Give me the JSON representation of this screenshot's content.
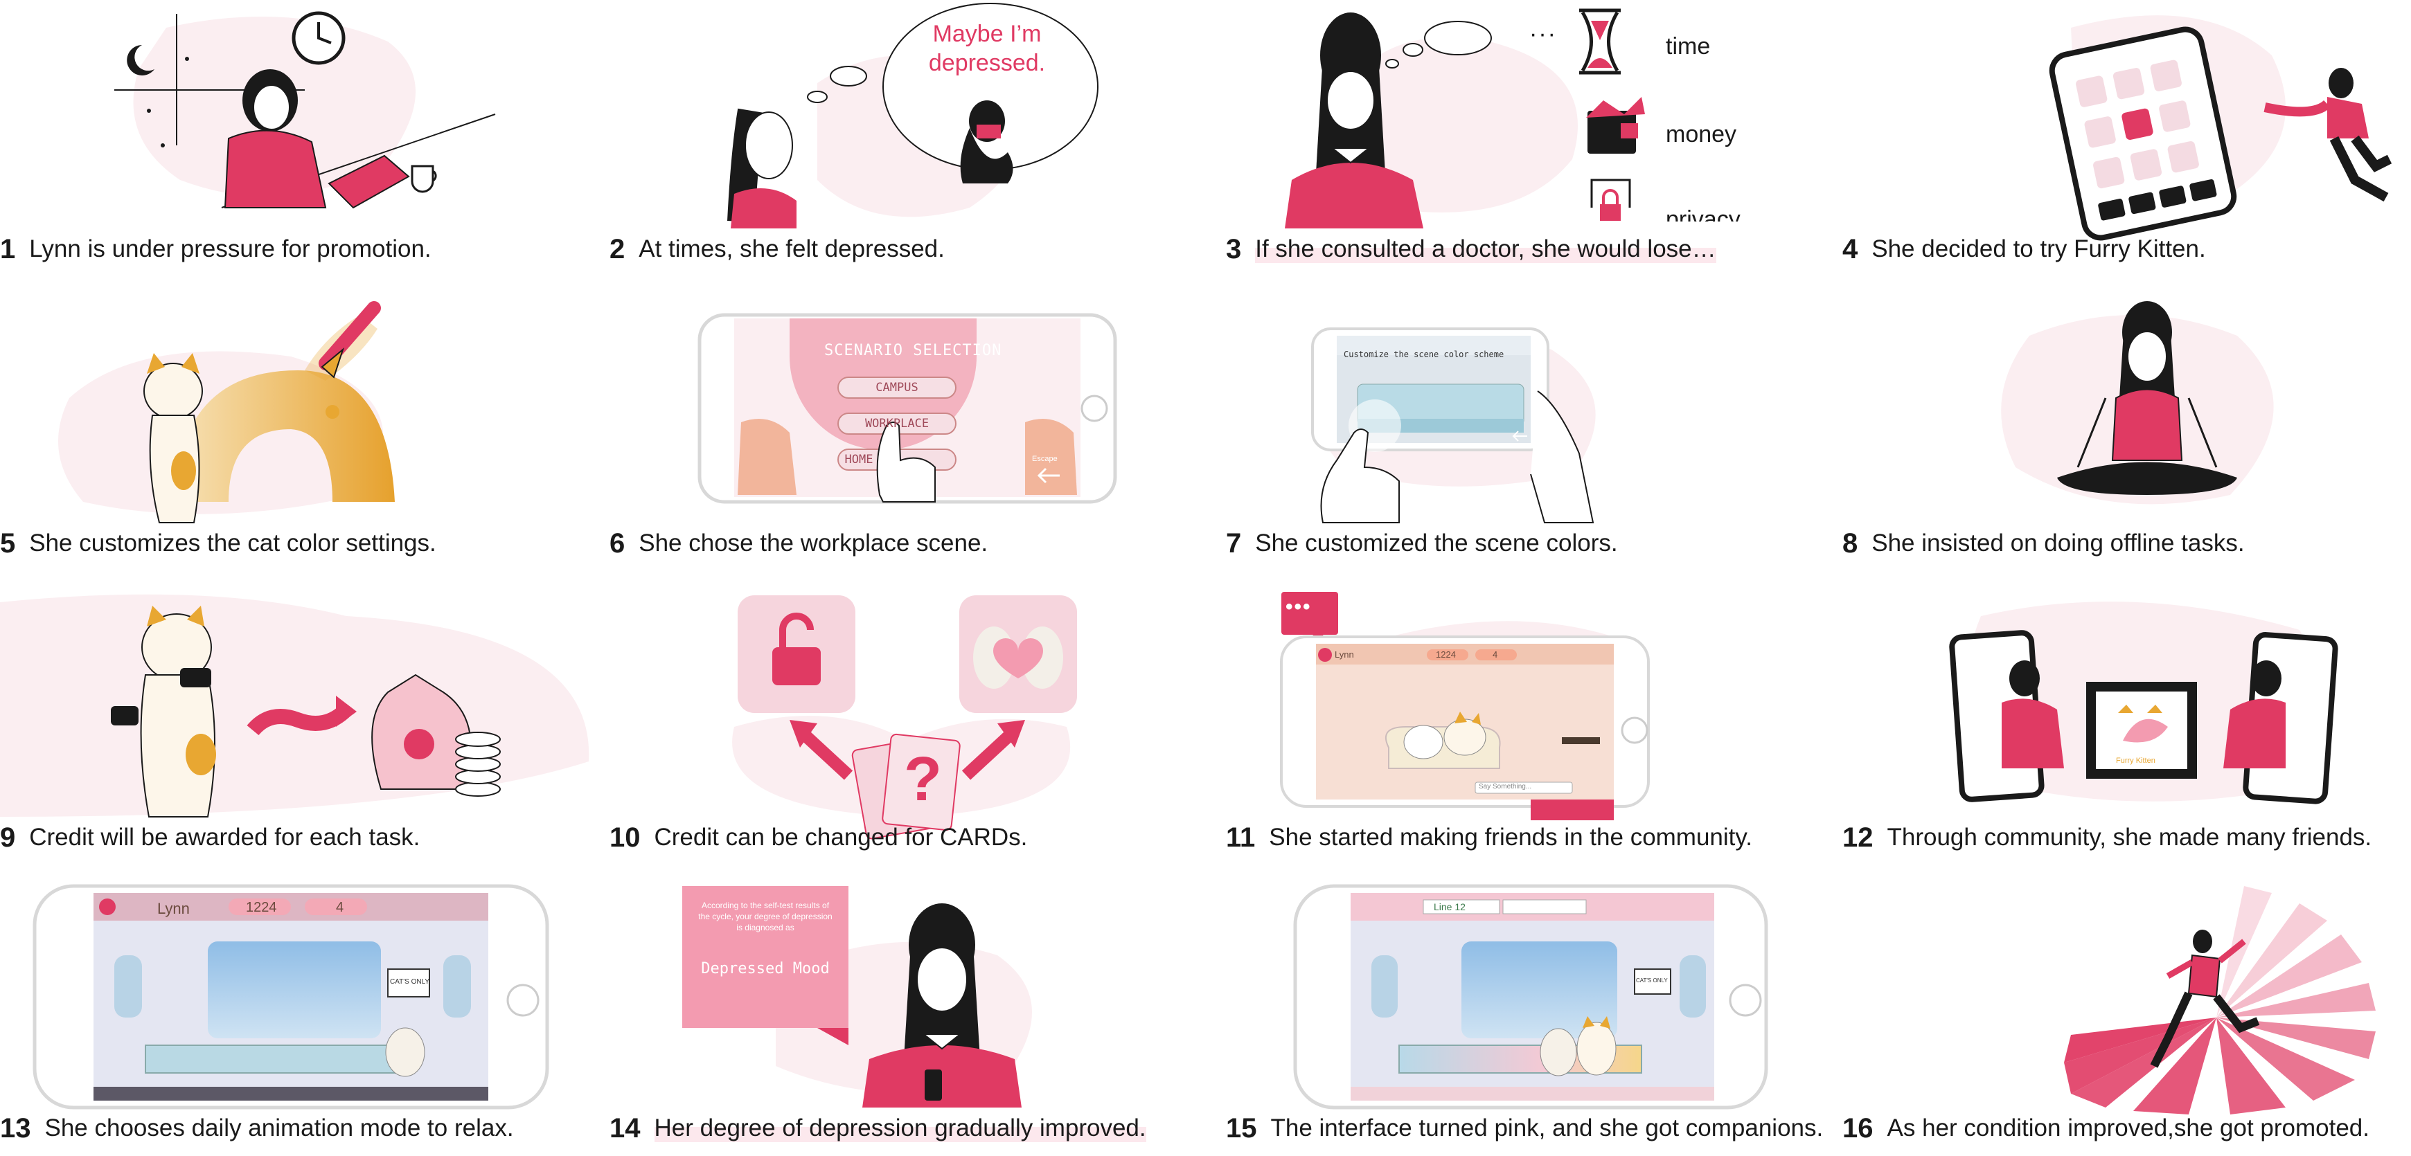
{
  "colors": {
    "accent": "#e03a63",
    "accent_light": "#f9d7df",
    "blush": "#fbeef1",
    "ink": "#1a1a1a",
    "gold": "#e8a732",
    "screen_blue": "#a9cdea"
  },
  "panels": [
    {
      "num": "1",
      "caption": "Lynn is under pressure for promotion."
    },
    {
      "num": "2",
      "caption": "At times, she felt depressed.",
      "bubble": "Maybe I’m depressed."
    },
    {
      "num": "3",
      "caption": "If she consulted a doctor, she would lose…",
      "thought": "···",
      "labels": [
        "time",
        "money",
        "privacy"
      ]
    },
    {
      "num": "4",
      "caption": "She decided to try Furry Kitten."
    },
    {
      "num": "5",
      "caption": "She customizes the cat color settings."
    },
    {
      "num": "6",
      "caption": "She chose the workplace scene.",
      "screen": {
        "title": "SCENARIO SELECTION",
        "options": [
          "CAMPUS",
          "WORKPLACE",
          "HOME"
        ],
        "escape": "Escape"
      }
    },
    {
      "num": "7",
      "caption": "She customized the scene colors.",
      "screen": {
        "title": "Customize the scene color scheme"
      }
    },
    {
      "num": "8",
      "caption": "She insisted on doing offline tasks."
    },
    {
      "num": "9",
      "caption": "Credit will be awarded for each task."
    },
    {
      "num": "10",
      "caption": "Credit can be changed for CARDs.",
      "card_symbol": "?"
    },
    {
      "num": "11",
      "caption": "She started making friends in the community.",
      "chat_dots": "•••",
      "hud": {
        "name": "Lynn",
        "credits": "1224",
        "hearts": "4"
      },
      "input_hint": "Say Something..."
    },
    {
      "num": "12",
      "caption": "Through community, she made many friends.",
      "logo_text": "Furry Kitten"
    },
    {
      "num": "13",
      "caption": "She chooses daily animation mode to relax.",
      "hud": {
        "name": "Lynn",
        "credits": "1224",
        "hearts": "4"
      },
      "sign": "CAT'S ONLY"
    },
    {
      "num": "14",
      "caption": "Her degree of depression gradually improved.",
      "note": {
        "body": "According to the self-test results of the cycle, your degree of depression is diagnosed as",
        "result": "Depressed Mood"
      }
    },
    {
      "num": "15",
      "caption": "The interface turned pink, and she got companions.",
      "line_sign": "Line 12",
      "sign": "CAT'S ONLY"
    },
    {
      "num": "16",
      "caption": "As her condition improved,she got promoted."
    }
  ]
}
